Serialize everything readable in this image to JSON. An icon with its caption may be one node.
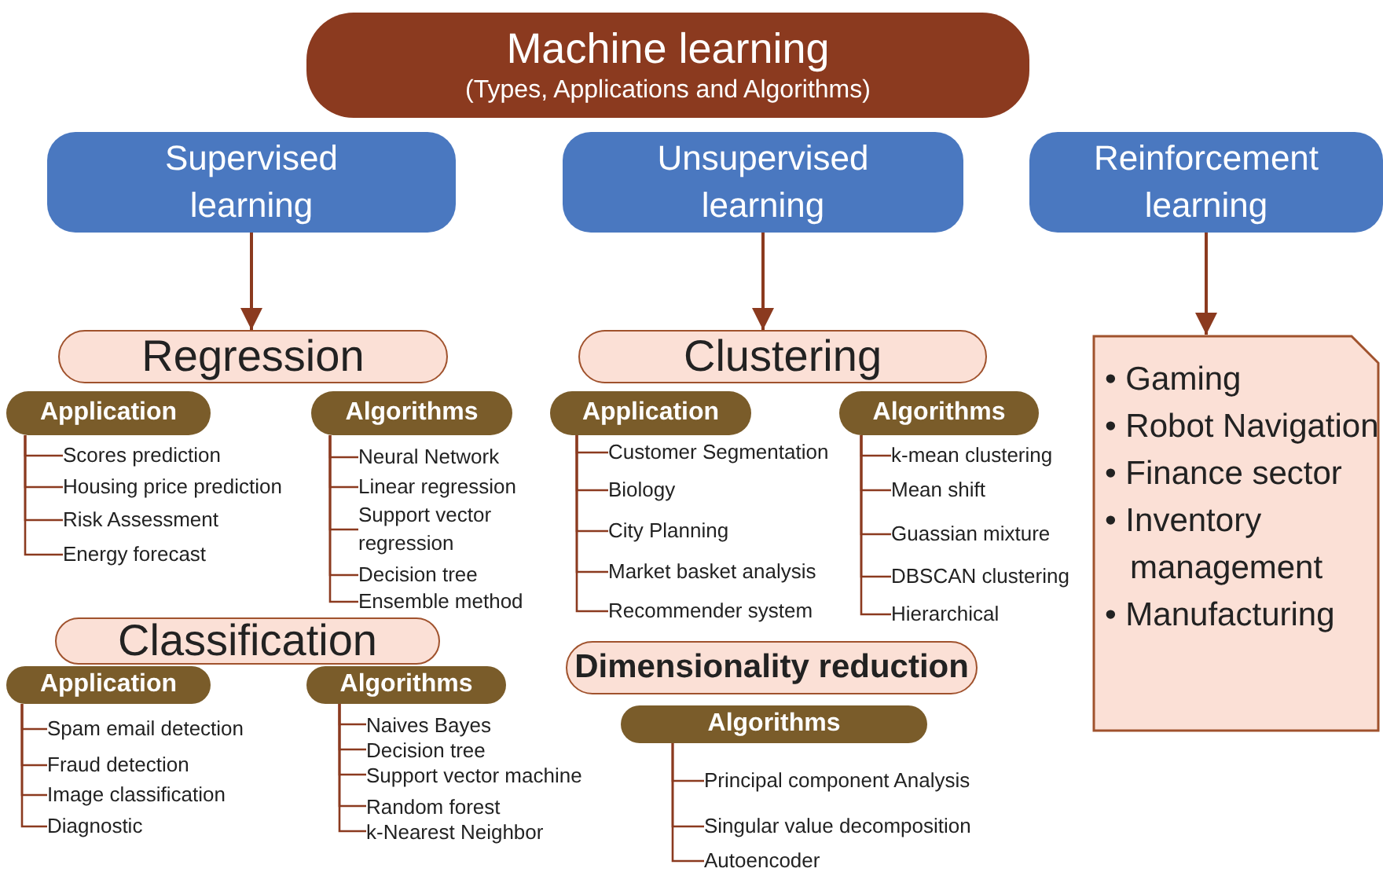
{
  "diagram": {
    "nodes": [
      {
        "text": [
          "Machine learning",
          "(Types, Applications and Algorithms)"
        ]
      },
      {
        "text": [
          "Supervised learning"
        ]
      },
      {
        "text": [
          "Unsupervised learning"
        ]
      },
      {
        "text": [
          "Reinforcement learning"
        ]
      },
      {
        "text": [
          "Regression"
        ]
      },
      {
        "text": [
          "Application"
        ]
      },
      {
        "text": [
          "Scores prediction"
        ]
      },
      {
        "text": [
          "Housing price prediction"
        ]
      },
      {
        "text": [
          "Risk Assessment"
        ]
      },
      {
        "text": [
          "Energy forecast"
        ]
      },
      {
        "text": [
          "Algorithms"
        ]
      },
      {
        "text": [
          "Neural Network"
        ]
      },
      {
        "text": [
          "Linear regression"
        ]
      },
      {
        "text": [
          "Support vector regression"
        ]
      },
      {
        "text": [
          "Decision tree"
        ]
      },
      {
        "text": [
          "Ensemble method"
        ]
      },
      {
        "text": [
          "Clustering"
        ]
      },
      {
        "text": [
          "Application"
        ]
      },
      {
        "text": [
          "Customer Segmentation"
        ]
      },
      {
        "text": [
          "Biology"
        ]
      },
      {
        "text": [
          "City Planning"
        ]
      },
      {
        "text": [
          "Market basket analysis"
        ]
      },
      {
        "text": [
          "Recommender system"
        ]
      },
      {
        "text": [
          "Algorithms"
        ]
      },
      {
        "text": [
          "k-mean clustering"
        ]
      },
      {
        "text": [
          "Mean shift"
        ]
      },
      {
        "text": [
          "Guassian mixture"
        ]
      },
      {
        "text": [
          "DBSCAN clustering"
        ]
      },
      {
        "text": [
          "Hierarchical"
        ]
      },
      {
        "text": [
          "• Gaming",
          "• Robot Navigation",
          "• Finance sector",
          "• Inventory management",
          "• Manufacturing"
        ]
      },
      {
        "text": [
          "Classification"
        ]
      },
      {
        "text": [
          "Application"
        ]
      },
      {
        "text": [
          "Spam email detection"
        ]
      },
      {
        "text": [
          "Fraud detection"
        ]
      },
      {
        "text": [
          "Image classification"
        ]
      },
      {
        "text": [
          "Diagnostic"
        ]
      },
      {
        "text": [
          "Algorithms"
        ]
      },
      {
        "text": [
          "Naives Bayes"
        ]
      },
      {
        "text": [
          "Decision tree"
        ]
      },
      {
        "text": [
          "Support vector machine"
        ]
      },
      {
        "text": [
          "Random forest"
        ]
      },
      {
        "text": [
          "k-Nearest Neighbor"
        ]
      },
      {
        "text": [
          "Dimensionality reduction"
        ]
      },
      {
        "text": [
          "Algorithms"
        ]
      },
      {
        "text": [
          "Principal component Analysis"
        ]
      },
      {
        "text": [
          "Singular value decomposition"
        ]
      },
      {
        "text": [
          "Autoencoder"
        ]
      }
    ],
    "edges": [
      {
        "from": 1,
        "to": 4,
        "arrow": "to"
      },
      {
        "from": 2,
        "to": 16,
        "arrow": "to"
      },
      {
        "from": 3,
        "to": 29,
        "arrow": "to"
      },
      {
        "from": 5,
        "to": 6,
        "arrow": "none"
      },
      {
        "from": 5,
        "to": 7,
        "arrow": "none"
      },
      {
        "from": 5,
        "to": 8,
        "arrow": "none"
      },
      {
        "from": 5,
        "to": 9,
        "arrow": "none"
      },
      {
        "from": 10,
        "to": 11,
        "arrow": "none"
      },
      {
        "from": 10,
        "to": 12,
        "arrow": "none"
      },
      {
        "from": 10,
        "to": 13,
        "arrow": "none"
      },
      {
        "from": 10,
        "to": 14,
        "arrow": "none"
      },
      {
        "from": 10,
        "to": 15,
        "arrow": "none"
      },
      {
        "from": 17,
        "to": 18,
        "arrow": "none"
      },
      {
        "from": 17,
        "to": 19,
        "arrow": "none"
      },
      {
        "from": 17,
        "to": 20,
        "arrow": "none"
      },
      {
        "from": 17,
        "to": 21,
        "arrow": "none"
      },
      {
        "from": 17,
        "to": 22,
        "arrow": "none"
      },
      {
        "from": 23,
        "to": 24,
        "arrow": "none"
      },
      {
        "from": 23,
        "to": 25,
        "arrow": "none"
      },
      {
        "from": 23,
        "to": 26,
        "arrow": "none"
      },
      {
        "from": 23,
        "to": 27,
        "arrow": "none"
      },
      {
        "from": 23,
        "to": 28,
        "arrow": "none"
      },
      {
        "from": 31,
        "to": 32,
        "arrow": "none"
      },
      {
        "from": 31,
        "to": 33,
        "arrow": "none"
      },
      {
        "from": 31,
        "to": 34,
        "arrow": "none"
      },
      {
        "from": 31,
        "to": 35,
        "arrow": "none"
      },
      {
        "from": 36,
        "to": 37,
        "arrow": "none"
      },
      {
        "from": 36,
        "to": 38,
        "arrow": "none"
      },
      {
        "from": 36,
        "to": 39,
        "arrow": "none"
      },
      {
        "from": 36,
        "to": 40,
        "arrow": "none"
      },
      {
        "from": 36,
        "to": 41,
        "arrow": "none"
      },
      {
        "from": 43,
        "to": 44,
        "arrow": "none"
      },
      {
        "from": 43,
        "to": 45,
        "arrow": "none"
      },
      {
        "from": 43,
        "to": 46,
        "arrow": "none"
      }
    ]
  }
}
